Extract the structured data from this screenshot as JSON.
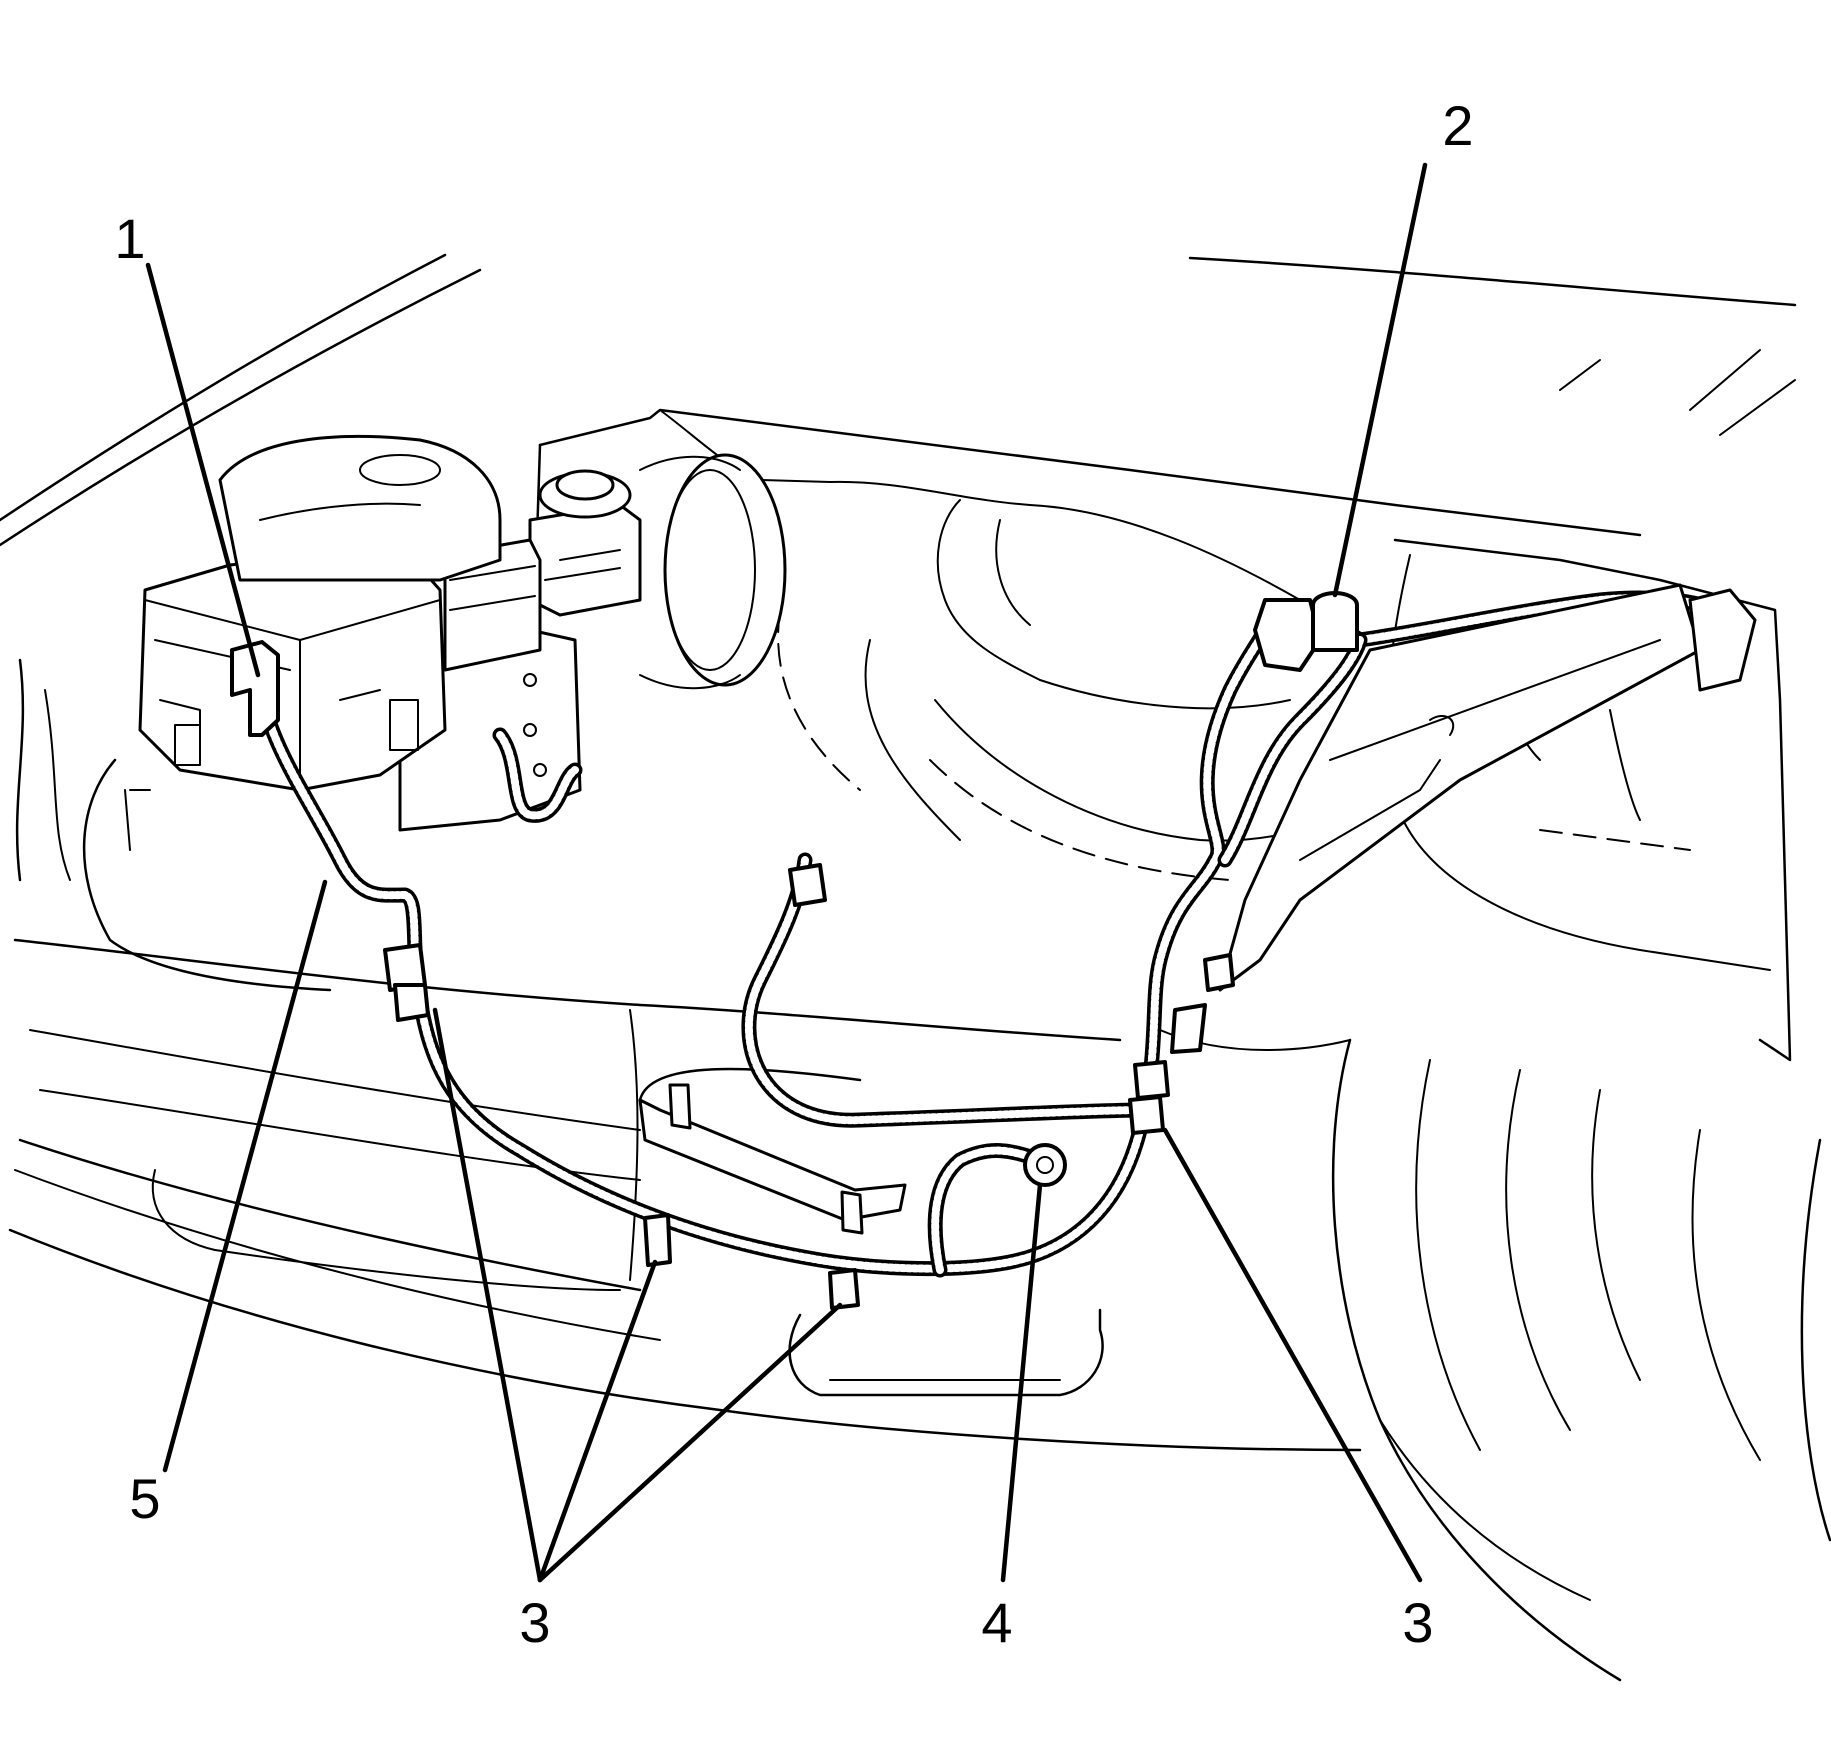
{
  "callouts": {
    "c1": "1",
    "c2": "2",
    "c3a": "3",
    "c3b": "3",
    "c4": "4",
    "c5": "5"
  }
}
